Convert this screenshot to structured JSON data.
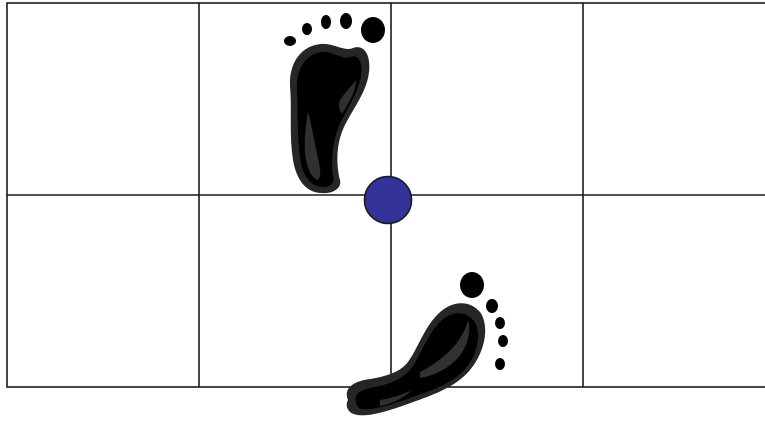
{
  "grid": {
    "rows": 2,
    "columns": 4,
    "line_color": "#1a1a1a"
  },
  "marker": {
    "shape": "circle",
    "fill_color": "#323299",
    "stroke_color": "#1a1a1a"
  },
  "footprints": [
    {
      "name": "footprint-left-icon",
      "color": "#000000"
    },
    {
      "name": "footprint-right-icon",
      "color": "#000000"
    }
  ]
}
